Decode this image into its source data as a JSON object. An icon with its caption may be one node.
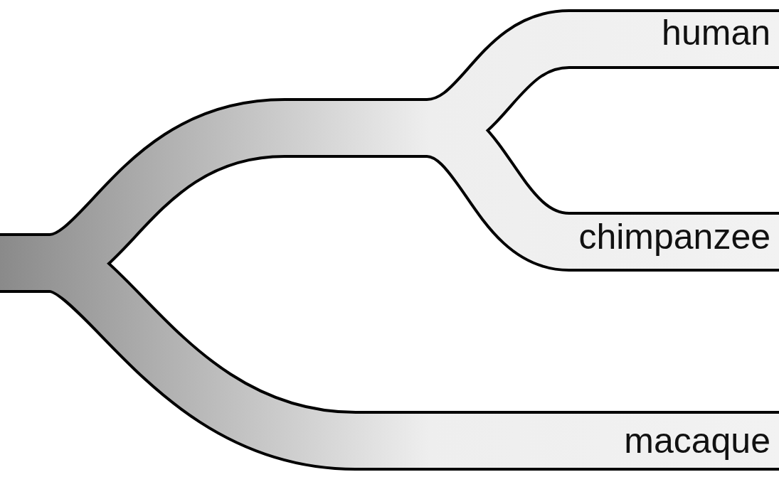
{
  "diagram": {
    "labels": [
      "human",
      "chimpanzee",
      "macaque"
    ]
  }
}
